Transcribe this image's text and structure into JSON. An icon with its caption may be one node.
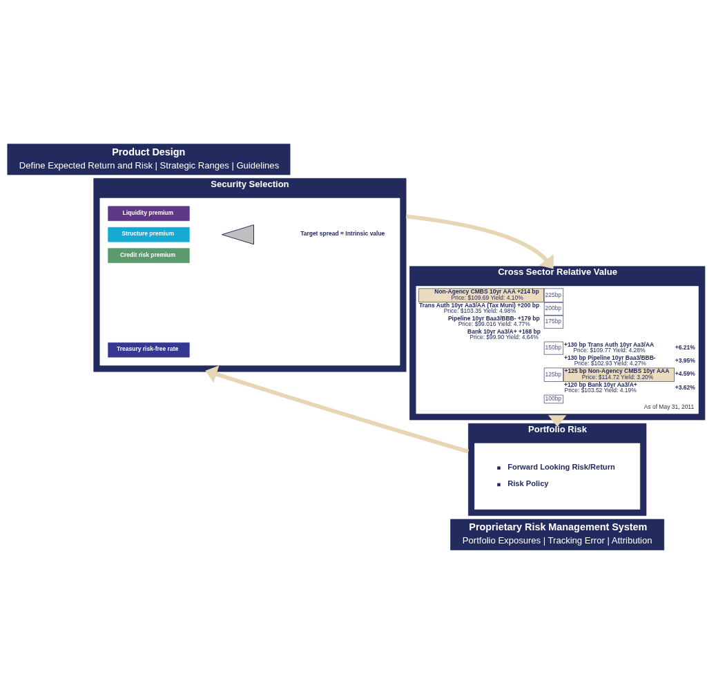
{
  "diagram": {
    "nodes": [
      {
        "text": [
          "Product Design",
          "Define Expected Return and Risk | Strategic Ranges | Guidelines"
        ]
      },
      {
        "text": [
          "Security Selection"
        ]
      },
      {
        "text": [],
        "shape": "box",
        "in": 1
      },
      {
        "text": [
          "Liquidity premium"
        ],
        "in": 2
      },
      {
        "text": [
          "Structure premium"
        ],
        "in": 2
      },
      {
        "text": [
          "Credit risk premium"
        ],
        "in": 2
      },
      {
        "text": [
          "Treasury risk-free rate"
        ],
        "in": 2
      },
      {
        "text": [],
        "shape": "triangle",
        "in": 2
      },
      {
        "text": [
          "Target spread = Intrinsic value"
        ],
        "in": 2
      },
      {
        "text": [
          "Cross Sector Relative Value"
        ]
      },
      {
        "text": [
          "Non-Agency CMBS 10yr AAA +214 bp",
          "Price: $109.69 Yield: 4.10%",
          "225bp",
          "Trans Auth 10yr Aa3/AA (Tax Muni) +200 bp",
          "Price: $103.35 Yield: 4.98%",
          "200bp",
          "Pipeline 10yr Baa3/BBB- +179 bp",
          "Price: $99.016 Yield: 4.77%",
          "175bp",
          "Bank 10yr Aa3/A+ +168 bp",
          "Price: $99.90 Yield: 4.64%",
          "150bp",
          "+130 bp Trans Auth 10yr Aa3/AA",
          "Price: $109.77 Yield: 4.28%",
          "+6.21%",
          "+130 bp Pipeline 10yr Baa3/BBB-",
          "Price: $102.93 Yield: 4.27%",
          "+3.95%",
          "125bp",
          "+125 bp Non-Agency CMBS 10yr AAA",
          "Price: $114.72 Yield: 3.20%",
          "+4.59%",
          "+120 bp Bank 10yr Aa3/A+",
          "Price: $103.52 Yield: 4.19%",
          "+3.62%",
          "100bp",
          "As of May 31, 2011"
        ],
        "in": 9
      },
      {
        "text": [
          "Portfolio Risk"
        ]
      },
      {
        "text": [
          "Forward Looking Risk/Return",
          "Risk Policy"
        ],
        "in": 11
      },
      {
        "text": [
          "Proprietary Risk Management System",
          "Portfolio Exposures | Tracking Error | Attribution"
        ]
      }
    ],
    "edges": [
      {
        "from": 1,
        "to": 9,
        "arrow": "to"
      },
      {
        "from": 9,
        "to": 11,
        "arrow": "to"
      },
      {
        "from": 11,
        "to": 1,
        "arrow": "to"
      }
    ]
  }
}
